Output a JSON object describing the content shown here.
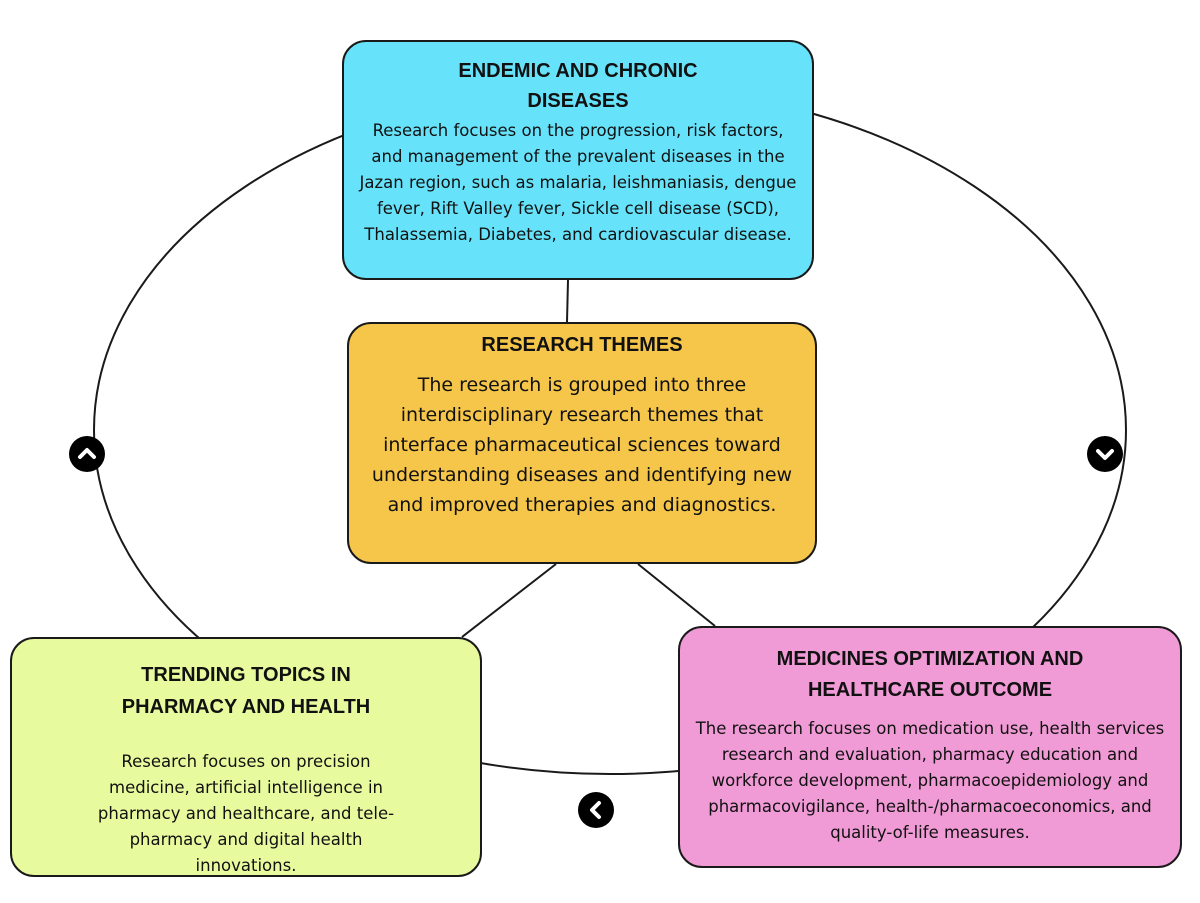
{
  "colors": {
    "top_box": "#66e3fa",
    "center_box": "#f5c64a",
    "left_box": "#e7fb9e",
    "right_box": "#f09ad6",
    "outline": "#1a1a1a"
  },
  "themes": {
    "top": {
      "title": "ENDEMIC AND CHRONIC DISEASES",
      "body": "Research focuses on the progression, risk factors, and management of the prevalent diseases in the Jazan region, such as malaria, leishmaniasis, dengue fever, Rift Valley fever, Sickle cell disease (SCD), Thalassemia, Diabetes, and cardiovascular disease."
    },
    "center": {
      "title": "RESEARCH THEMES",
      "body": "The research is grouped into three interdisciplinary research themes that interface pharmaceutical sciences toward understanding diseases and identifying new and improved therapies and diagnostics."
    },
    "left": {
      "title": "TRENDING TOPICS IN PHARMACY AND HEALTH",
      "body": "Research focuses on precision medicine, artificial intelligence in pharmacy and healthcare, and tele-pharmacy and digital health innovations."
    },
    "right": {
      "title": "MEDICINES OPTIMIZATION AND HEALTHCARE OUTCOME",
      "body": "The research focuses on medication use, health services research and evaluation, pharmacy education and workforce development, pharmacoepidemiology and pharmacovigilance, health-/pharmacoeconomics, and quality-of-life measures."
    }
  },
  "icons": {
    "up": "chevron-up-icon",
    "down": "chevron-down-icon",
    "left": "chevron-left-icon"
  }
}
